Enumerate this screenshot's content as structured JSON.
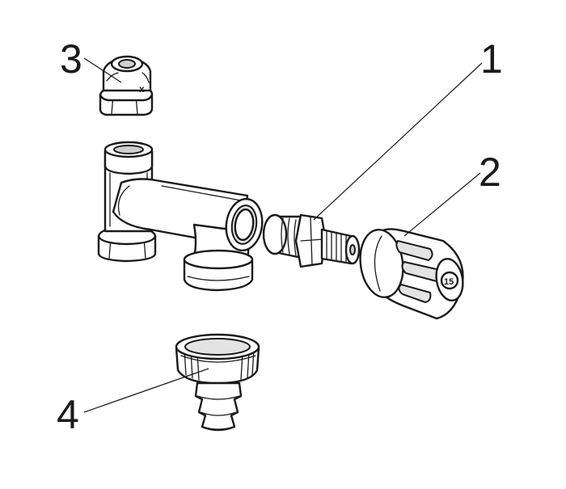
{
  "callouts": {
    "part_1": "1",
    "part_2": "2",
    "part_3": "3",
    "part_4": "4"
  },
  "markings": {
    "nut_mark": "x",
    "handle_mark": "15"
  }
}
